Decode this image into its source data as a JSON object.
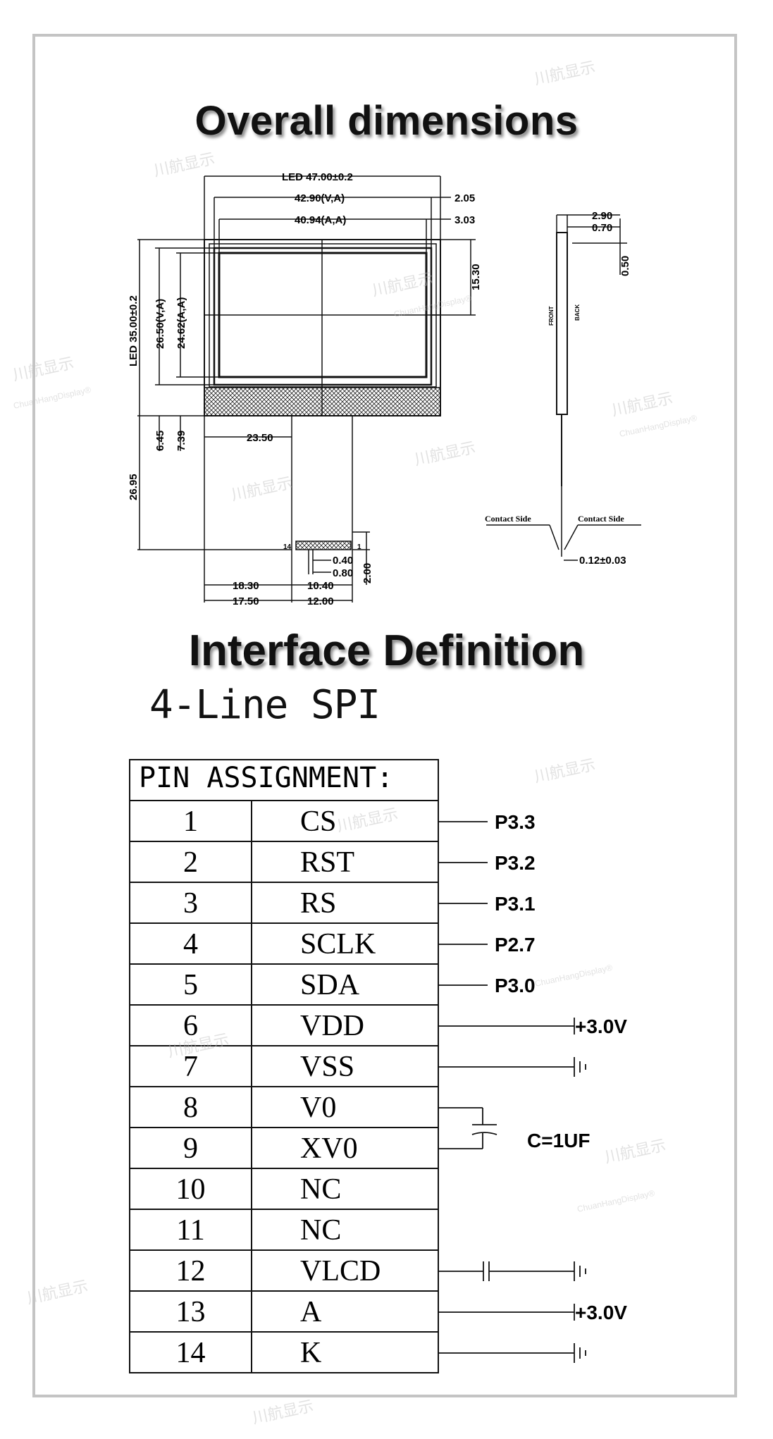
{
  "titles": {
    "overall": "Overall dimensions",
    "interface": "Interface Definition",
    "mode": "4-Line SPI"
  },
  "drawing": {
    "led_width": "LED 47.00±0.2",
    "va_width": "42.90(V,A)",
    "aa_width": "40.94(A,A)",
    "offset_1": "2.05",
    "offset_2": "3.03",
    "right_height": "15.30",
    "led_height": "LED 35.00±0.2",
    "va_height": "26.50(V,A)",
    "aa_height": "24.62(A,A)",
    "gap_1": "6.45",
    "gap_2": "7.39",
    "center_x": "23.50",
    "tail_length": "26.95",
    "pin_first": "14",
    "pin_last": "1",
    "pitch_a": "0.40",
    "pitch_b": "0.80",
    "tail_thick": "2.00",
    "left_a": "18.30",
    "conn_a": "10.40",
    "left_b": "17.50",
    "conn_b": "12.00",
    "side_t1": "2.90",
    "side_t2": "0.70",
    "side_t3": "0.50",
    "front_label": "FRONT",
    "back_label": "BACK",
    "contact_left": "Contact Side",
    "contact_right": "Contact Side",
    "fpc_thick": "0.12±0.03"
  },
  "pin_table": {
    "header": "PIN ASSIGNMENT:",
    "rows": [
      {
        "num": "1",
        "name": "CS"
      },
      {
        "num": "2",
        "name": "RST"
      },
      {
        "num": "3",
        "name": "RS"
      },
      {
        "num": "4",
        "name": "SCLK"
      },
      {
        "num": "5",
        "name": "SDA"
      },
      {
        "num": "6",
        "name": "VDD"
      },
      {
        "num": "7",
        "name": "VSS"
      },
      {
        "num": "8",
        "name": "V0"
      },
      {
        "num": "9",
        "name": "XV0"
      },
      {
        "num": "10",
        "name": "NC"
      },
      {
        "num": "11",
        "name": "NC"
      },
      {
        "num": "12",
        "name": "VLCD"
      },
      {
        "num": "13",
        "name": "A"
      },
      {
        "num": "14",
        "name": "K"
      }
    ]
  },
  "connections": {
    "p1": "P3.3",
    "p2": "P3.2",
    "p3": "P3.1",
    "p4": "P2.7",
    "p5": "P3.0",
    "vdd": "+3.0V",
    "cap": "C=1UF",
    "a": "+3.0V"
  },
  "watermark": {
    "cn": "川航显示",
    "en": "ChuanHangDisplay®"
  },
  "colors": {
    "frame": "#c4c4c4",
    "line": "#111111"
  }
}
